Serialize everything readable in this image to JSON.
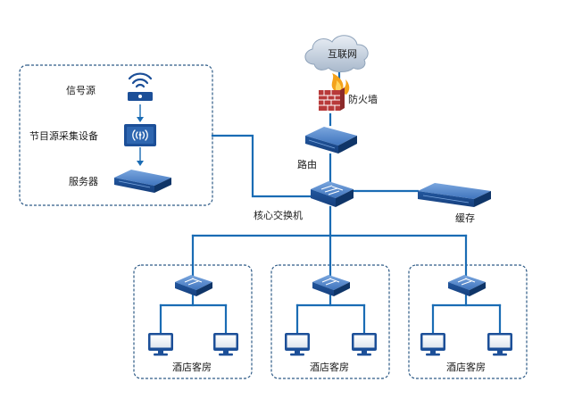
{
  "labels": {
    "internet": "互联网",
    "firewall": "防火墙",
    "router": "路由",
    "core_switch": "核心交换机",
    "cache": "缓存",
    "signal_source": "信号源",
    "program_source": "节目源采集设备",
    "server": "服务器"
  },
  "rooms": [
    {
      "label": "酒店客房"
    },
    {
      "label": "酒店客房"
    },
    {
      "label": "酒店客房"
    }
  ],
  "colors": {
    "line": "#1a6cb4",
    "dashed_border": "#2d5a86",
    "device_top": "#5b8fd0",
    "device_front": "#1c4f98",
    "cloud": "#9fb4cc",
    "wall": "#b83a3a",
    "flame": "#f4a21a"
  }
}
